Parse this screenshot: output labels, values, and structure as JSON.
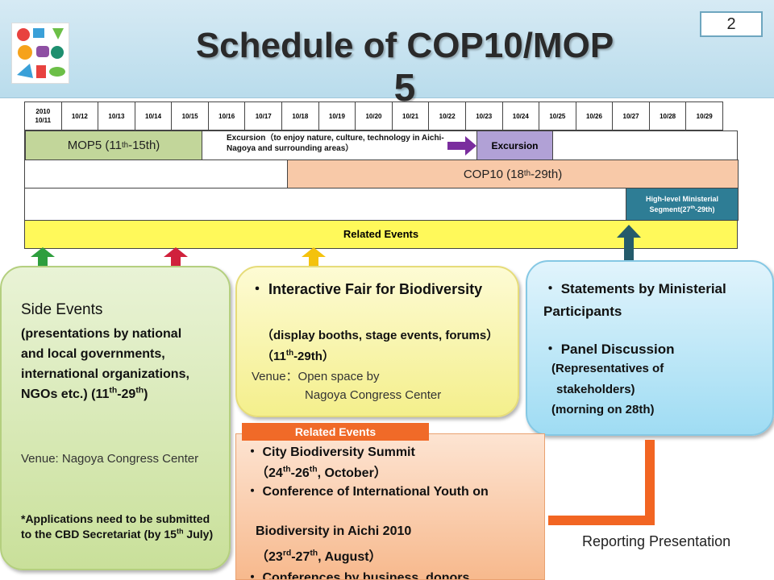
{
  "header": {
    "title_main": "Schedule of COP10/MOP ",
    "title_num": "5",
    "page_number": "2"
  },
  "schedule": {
    "dates": [
      "2010\n10/11",
      "10/12",
      "10/13",
      "10/14",
      "10/15",
      "10/16",
      "10/17",
      "10/18",
      "10/19",
      "10/20",
      "10/21",
      "10/22",
      "10/23",
      "10/24",
      "10/25",
      "10/26",
      "10/27",
      "10/28",
      "10/29"
    ],
    "mop5": {
      "pre": "MOP5 (11",
      "sup": "th",
      "post": "-15th)"
    },
    "excursion_text": "Excursion（to enjoy nature, culture, technology in Aichi-Nagoya and surrounding areas）",
    "excursion_label": "Excursion",
    "cop10": {
      "pre": "COP10 (18",
      "sup": "th",
      "post": "-29th)"
    },
    "hlms": {
      "line1": "High-level Ministerial",
      "pre": "Segment(27",
      "sup": "th",
      "post": "-29th)"
    },
    "related_events": "Related Events"
  },
  "side_events": {
    "title": "Side Events",
    "body": "(presentations by national and local governments, international organizations, NGOs etc.) (11",
    "sup1": "th",
    "mid": "-29",
    "sup2": "th",
    "end": ")",
    "venue": "Venue: Nagoya Congress Center",
    "note_pre": "*Applications need to be submitted to the CBD Secretariat (by 15",
    "note_sup": "th",
    "note_post": " July)"
  },
  "fair": {
    "title": "・ Interactive Fair for Biodiversity",
    "detail_pre": "（display booths, stage events, forums）（11",
    "detail_sup": "th",
    "detail_post": "-29th）",
    "venue1": "Venue：Open space by",
    "venue2": "Nagoya Congress Center"
  },
  "ministerial": {
    "item1": "・ Statements by Ministerial Participants",
    "item2": "・ Panel Discussion",
    "item2_sub1": "(Representatives of",
    "item2_sub2": "stakeholders)",
    "item2_sub3": "(morning on 28th)"
  },
  "related": {
    "tag": "Related Events",
    "l1": "・ City Biodiversity Summit",
    "l2_pre": "（24",
    "l2_sup1": "th",
    "l2_mid": "-26",
    "l2_sup2": "th",
    "l2_post": ", October）",
    "l3": "・ Conference of International Youth on",
    "l4": "Biodiversity in Aichi 2010",
    "l5_pre": "（23",
    "l5_sup1": "rd",
    "l5_mid": "-27",
    "l5_sup2": "th",
    "l5_post": ", August）",
    "l6": "・ Conferences by business, donors,"
  },
  "reporting": "Reporting Presentation",
  "colors": {
    "mop5": "#c2d69a",
    "cop10": "#f8c9a8",
    "hlms": "#2e7d95",
    "excursion": "#b1a1d6",
    "related": "#fff95a",
    "arrow_green": "#2e9e3e",
    "arrow_red": "#d0213c",
    "arrow_yellow": "#f4c20d",
    "arrow_teal": "#245b6b",
    "reporting_line": "#f26522"
  }
}
